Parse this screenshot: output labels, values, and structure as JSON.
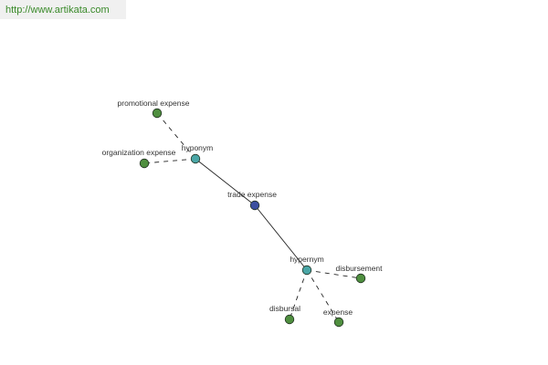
{
  "header": {
    "url": "http://www.artikata.com"
  },
  "graph": {
    "colors": {
      "center": "#3b4fa0",
      "relation": "#4aa6a6",
      "leaf": "#4f8f3f",
      "edge": "#222222"
    },
    "nodes": [
      {
        "id": "trade",
        "label": "trade expense",
        "kind": "center"
      },
      {
        "id": "hyponym",
        "label": "hyponym",
        "kind": "relation"
      },
      {
        "id": "hypernym",
        "label": "hypernym",
        "kind": "relation"
      },
      {
        "id": "promo",
        "label": "promotional expense",
        "kind": "leaf"
      },
      {
        "id": "org",
        "label": "organization expense",
        "kind": "leaf"
      },
      {
        "id": "disbursement",
        "label": "disbursement",
        "kind": "leaf"
      },
      {
        "id": "disbursal",
        "label": "disbursal",
        "kind": "leaf"
      },
      {
        "id": "expense",
        "label": "expense",
        "kind": "leaf"
      }
    ],
    "edges": [
      {
        "from": "trade",
        "to": "hyponym",
        "style": "solid"
      },
      {
        "from": "trade",
        "to": "hypernym",
        "style": "solid"
      },
      {
        "from": "hyponym",
        "to": "promo",
        "style": "dashed"
      },
      {
        "from": "hyponym",
        "to": "org",
        "style": "dashed"
      },
      {
        "from": "hypernym",
        "to": "disbursement",
        "style": "dashed"
      },
      {
        "from": "hypernym",
        "to": "disbursal",
        "style": "dashed"
      },
      {
        "from": "hypernym",
        "to": "expense",
        "style": "dashed"
      }
    ]
  }
}
